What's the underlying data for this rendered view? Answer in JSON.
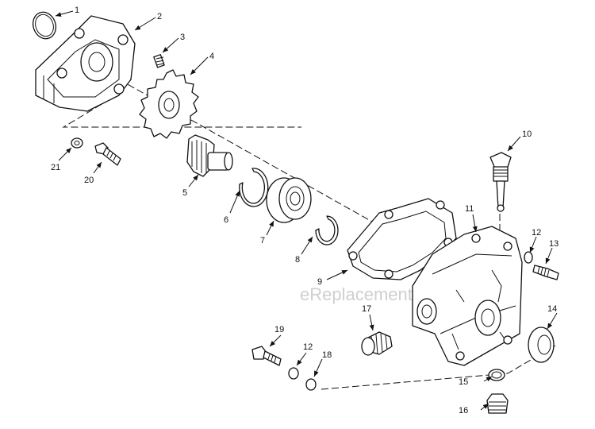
{
  "watermark": "eReplacementParts.com",
  "callouts": [
    {
      "id": "c1",
      "text": "1"
    },
    {
      "id": "c2",
      "text": "2"
    },
    {
      "id": "c3",
      "text": "3"
    },
    {
      "id": "c4",
      "text": "4"
    },
    {
      "id": "c5",
      "text": "5"
    },
    {
      "id": "c6",
      "text": "6"
    },
    {
      "id": "c7",
      "text": "7"
    },
    {
      "id": "c8",
      "text": "8"
    },
    {
      "id": "c9",
      "text": "9"
    },
    {
      "id": "c10",
      "text": "10"
    },
    {
      "id": "c11",
      "text": "11"
    },
    {
      "id": "c12a",
      "text": "12"
    },
    {
      "id": "c12b",
      "text": "12"
    },
    {
      "id": "c13",
      "text": "13"
    },
    {
      "id": "c14",
      "text": "14"
    },
    {
      "id": "c15",
      "text": "15"
    },
    {
      "id": "c16",
      "text": "16"
    },
    {
      "id": "c17",
      "text": "17"
    },
    {
      "id": "c18",
      "text": "18"
    },
    {
      "id": "c19",
      "text": "19"
    },
    {
      "id": "c20",
      "text": "20"
    },
    {
      "id": "c21",
      "text": "21"
    }
  ]
}
